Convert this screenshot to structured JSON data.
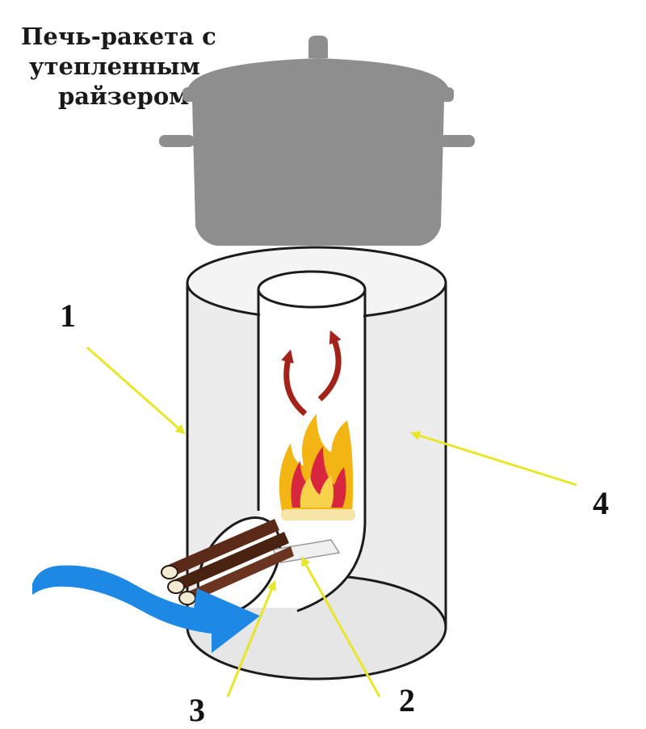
{
  "title": {
    "lines": [
      "Печь-ракета с",
      "утепленным",
      "райзером"
    ]
  },
  "callouts": {
    "outer_casing": "1",
    "insulation": "2",
    "fuel_feed": "3",
    "riser": "4"
  },
  "colors": {
    "pot": "#8e8e8e",
    "stove_body": "#ececec",
    "riser_inner": "#ffffff",
    "outline": "#1c1c1c",
    "arrow_callout": "#e8e62a",
    "airflow_arrow": "#1e88e5",
    "hot_gas_arrow": "#a3221a",
    "flame_outer": "#f2b514",
    "flame_inner": "#d7263d",
    "wood": "#5b2a18"
  },
  "icons": {
    "airflow": "blue-airflow-arrow",
    "hot_gas": "red-hot-gas-arrows",
    "flame": "fire-flame"
  }
}
